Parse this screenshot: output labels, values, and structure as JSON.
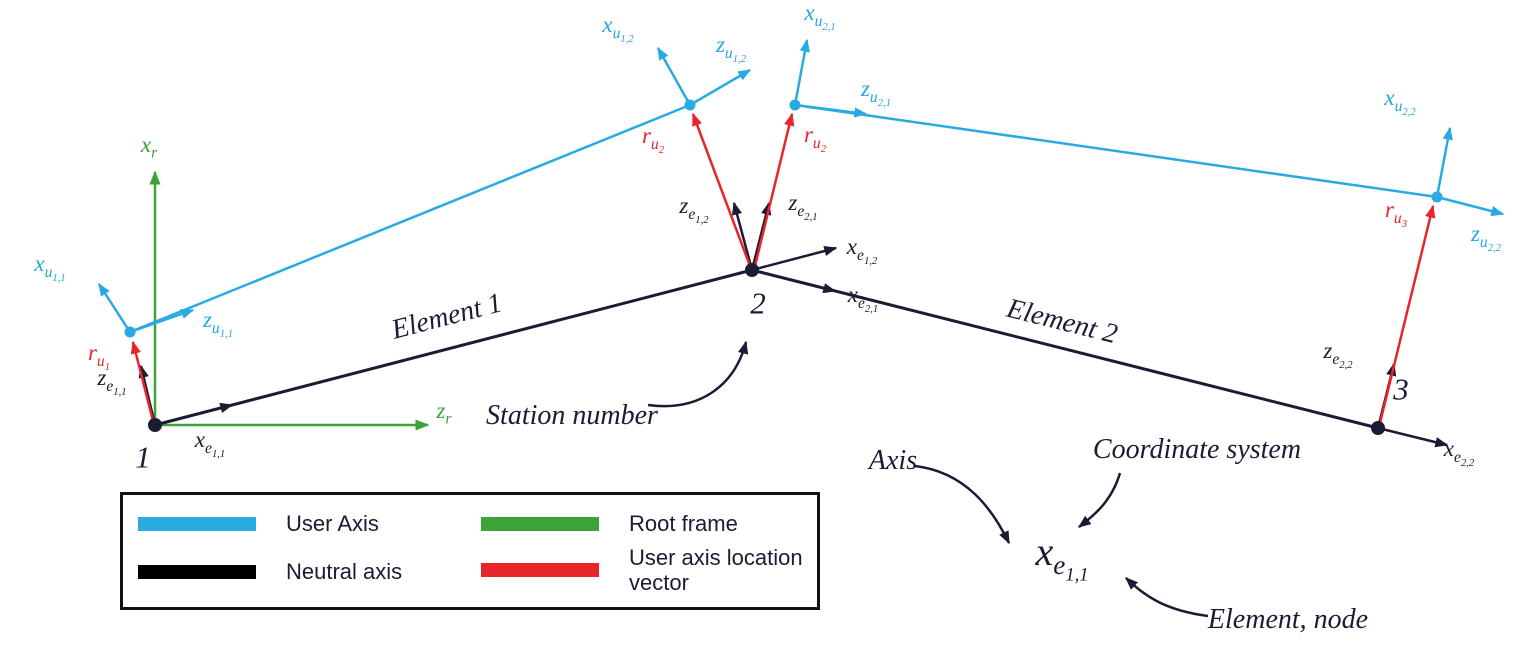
{
  "diagram": {
    "axis_labels": {
      "xr": {
        "base": "x",
        "sub": "r"
      },
      "zr": {
        "base": "z",
        "sub": "r"
      },
      "xe11": {
        "base": "x",
        "sub": "e",
        "subsub": "1,1"
      },
      "ze11": {
        "base": "z",
        "sub": "e",
        "subsub": "1,1"
      },
      "xe12": {
        "base": "x",
        "sub": "e",
        "subsub": "1,2"
      },
      "ze12": {
        "base": "z",
        "sub": "e",
        "subsub": "1,2"
      },
      "xe21": {
        "base": "x",
        "sub": "e",
        "subsub": "2,1"
      },
      "ze21": {
        "base": "z",
        "sub": "e",
        "subsub": "2,1"
      },
      "xe22": {
        "base": "x",
        "sub": "e",
        "subsub": "2,2"
      },
      "ze22": {
        "base": "z",
        "sub": "e",
        "subsub": "2,2"
      },
      "xu11": {
        "base": "x",
        "sub": "u",
        "subsub": "1,1"
      },
      "zu11": {
        "base": "z",
        "sub": "u",
        "subsub": "1,1"
      },
      "xu12": {
        "base": "x",
        "sub": "u",
        "subsub": "1,2"
      },
      "zu12": {
        "base": "z",
        "sub": "u",
        "subsub": "1,2"
      },
      "xu21": {
        "base": "x",
        "sub": "u",
        "subsub": "2,1"
      },
      "zu21": {
        "base": "z",
        "sub": "u",
        "subsub": "2,1"
      },
      "xu22": {
        "base": "x",
        "sub": "u",
        "subsub": "2,2"
      },
      "zu22": {
        "base": "z",
        "sub": "u",
        "subsub": "2,2"
      },
      "ru1": {
        "base": "r",
        "sub": "u",
        "subsub": "1"
      },
      "ru2": {
        "base": "r",
        "sub": "u",
        "subsub": "2"
      },
      "ru3": {
        "base": "r",
        "sub": "u",
        "subsub": "3"
      }
    },
    "stations": [
      "1",
      "2",
      "3"
    ],
    "elements": [
      "Element 1",
      "Element 2"
    ],
    "annotations": {
      "station_number": "Station number",
      "axis": "Axis",
      "coordinate_system": "Coordinate system",
      "element_node": "Element, node",
      "example_label": {
        "base": "x",
        "sub": "e",
        "subsub": "1,1"
      }
    },
    "legend": {
      "items": [
        {
          "label": "User Axis",
          "color": "#29ABE2"
        },
        {
          "label": "Neutral axis",
          "color": "#000000"
        },
        {
          "label": "Root frame",
          "color": "#3BA338"
        },
        {
          "label": "User axis location vector",
          "color": "#E8252B"
        }
      ]
    },
    "colors": {
      "user_axis": "#29ABE2",
      "neutral_axis": "#1B1B33",
      "root_frame": "#3BA338",
      "location_vector": "#E8252B"
    }
  }
}
